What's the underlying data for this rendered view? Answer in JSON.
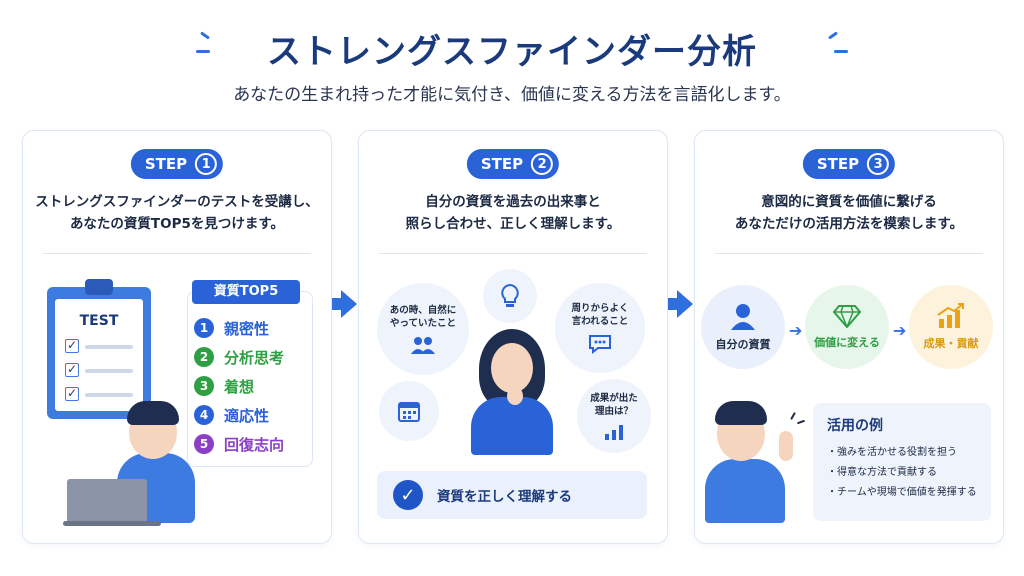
{
  "header": {
    "title": "ストレングスファインダー分析",
    "subtitle": "あなたの生まれ持った才能に気付き、価値に変える方法を言語化します。"
  },
  "steps": [
    {
      "label": "STEP",
      "number": "1",
      "desc_line1": "ストレングスファインダーのテストを受講し、",
      "desc_line2": "あなたの資質TOP5を見つけます。",
      "clipboard_title": "TEST",
      "top5_title": "資質TOP5",
      "top5": [
        {
          "num": "1",
          "label": "親密性",
          "color": "#2a63d8"
        },
        {
          "num": "2",
          "label": "分析思考",
          "color": "#2ea043"
        },
        {
          "num": "3",
          "label": "着想",
          "color": "#2ea043"
        },
        {
          "num": "4",
          "label": "適応性",
          "color": "#2a63d8"
        },
        {
          "num": "5",
          "label": "回復志向",
          "color": "#8a3fc4"
        }
      ]
    },
    {
      "label": "STEP",
      "number": "2",
      "desc_line1": "自分の資質を過去の出来事と",
      "desc_line2": "照らし合わせ、正しく理解します。",
      "bubble_left_line1": "あの時、自然に",
      "bubble_left_line2": "やっていたこと",
      "bubble_right_line1": "周りからよく",
      "bubble_right_line2": "言われること",
      "bubble_bottom_line1": "成果が出た",
      "bubble_bottom_line2": "理由は？",
      "confirm": "資質を正しく理解する"
    },
    {
      "label": "STEP",
      "number": "3",
      "desc_line1": "意図的に資質を価値に繋げる",
      "desc_line2": "あなただけの活用方法を模索します。",
      "flow": [
        {
          "label": "自分の資質",
          "color": "#1c2a44"
        },
        {
          "label": "価値に変える",
          "color": "#2ea043"
        },
        {
          "label": "成果・貢献",
          "color": "#d99a12"
        }
      ],
      "usecase_title": "活用の例",
      "usecases": [
        "・強みを活かせる役割を担う",
        "・得意な方法で貢献する",
        "・チームや現場で価値を発揮する"
      ]
    }
  ],
  "colors": {
    "primary": "#2a63d8",
    "title": "#1a3a7c",
    "green": "#2ea043",
    "purple": "#8a3fc4",
    "orange": "#d99a12"
  },
  "icons": [
    "clipboard-icon",
    "laptop-icon",
    "lightbulb-icon",
    "people-icon",
    "chat-icon",
    "calendar-icon",
    "chart-icon",
    "check-icon",
    "user-icon",
    "diamond-icon",
    "growth-icon"
  ]
}
